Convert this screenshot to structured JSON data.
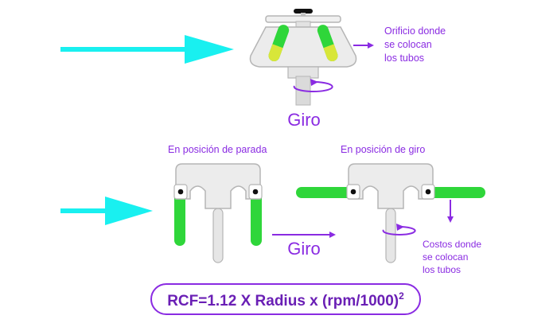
{
  "labels": {
    "orificio_line1": "Orificio donde",
    "orificio_line2": "se colocan",
    "orificio_line3": "los tubos",
    "giro_top": "Giro",
    "parada": "En posición de parada",
    "posicion_giro": "En posición de giro",
    "giro_middle": "Giro",
    "costos_line1": "Costos donde",
    "costos_line2": "se colocan",
    "costos_line3": "los tubos"
  },
  "formula": {
    "main": "RCF=1.12 X Radius x (rpm/1000)",
    "superscript": "2"
  },
  "colors": {
    "arrow_cyan": "#19f0f0",
    "purple": "#8a2be2",
    "tube_green": "#2fd63a",
    "tube_yellow": "#d8e639",
    "body_gray": "#e9e9e9",
    "outline_gray": "#b5b5b5",
    "formula_text": "#6a1fb5",
    "black": "#111111"
  }
}
